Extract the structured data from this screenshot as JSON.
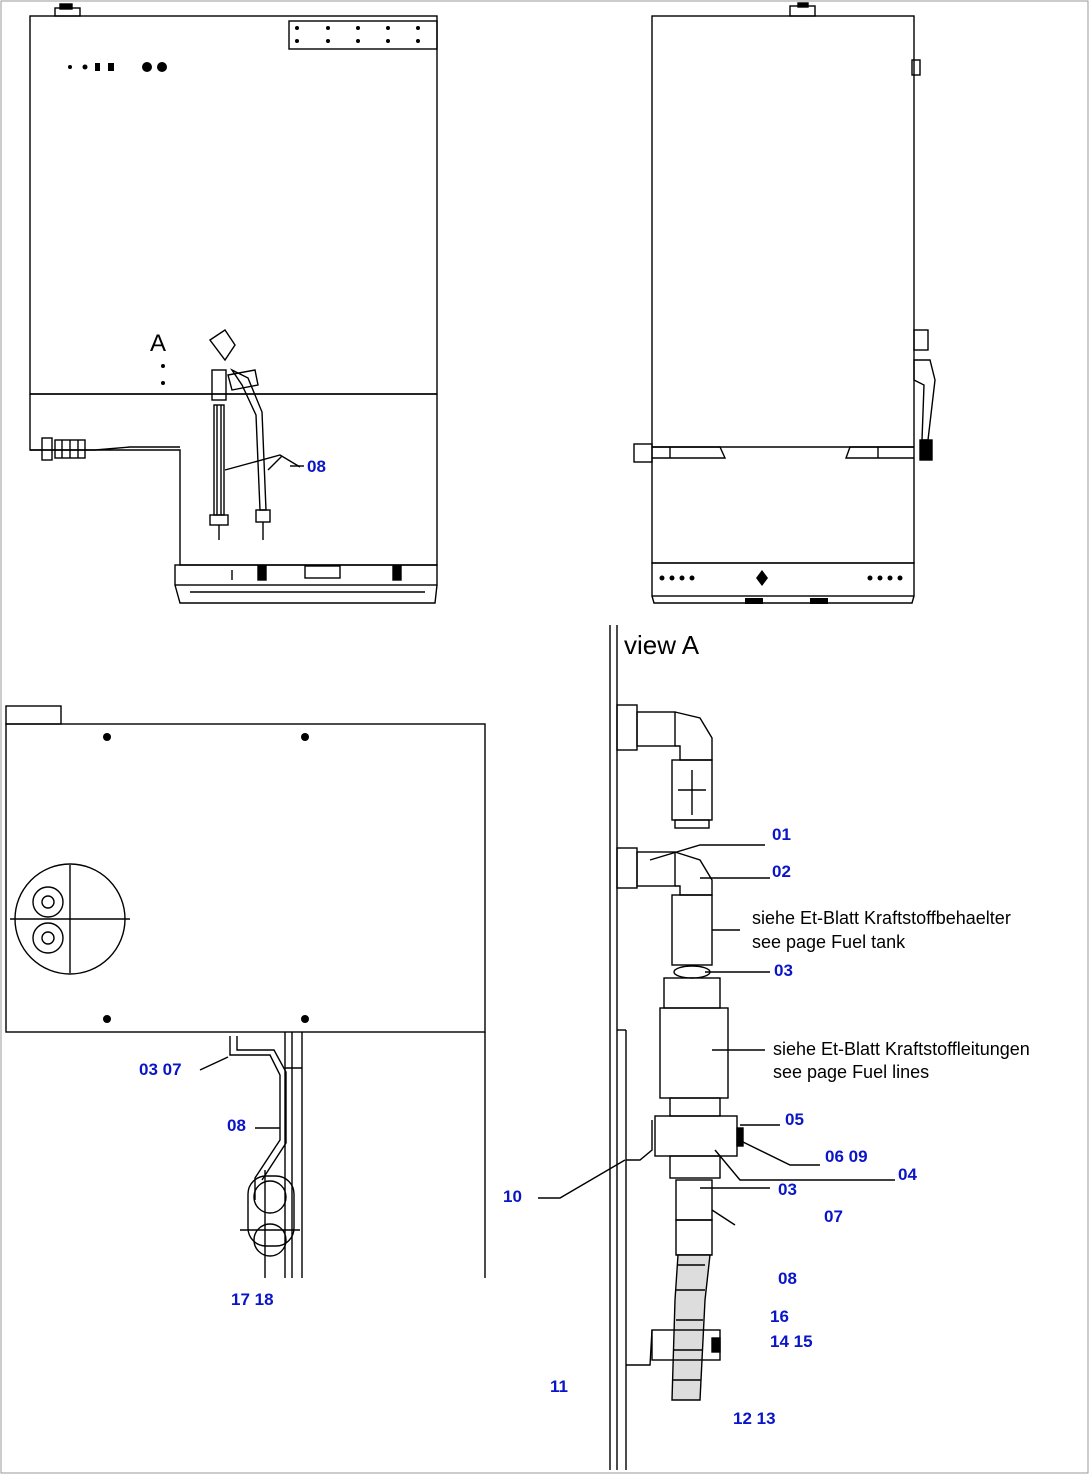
{
  "view_a": {
    "title": "view A",
    "note_tank_de": "siehe Et-Blatt Kraftstoffbehaelter",
    "note_tank_en": "see page Fuel tank",
    "note_lines_de": "siehe Et-Blatt Kraftstoffleitungen",
    "note_lines_en": "see page Fuel lines"
  },
  "front_view": {
    "view_marker": "A"
  },
  "callouts": {
    "c08_front": "08",
    "c01": "01",
    "c02": "02",
    "c03a": "03",
    "c05": "05",
    "c06_09": "06 09",
    "c04": "04",
    "c03b": "03",
    "c10": "10",
    "c07": "07",
    "c08_a": "08",
    "c16": "16",
    "c14_15": "14 15",
    "c11": "11",
    "c12_13": "12 13",
    "c03_07": "03 07",
    "c08_top": "08",
    "c17_18": "17 18"
  }
}
